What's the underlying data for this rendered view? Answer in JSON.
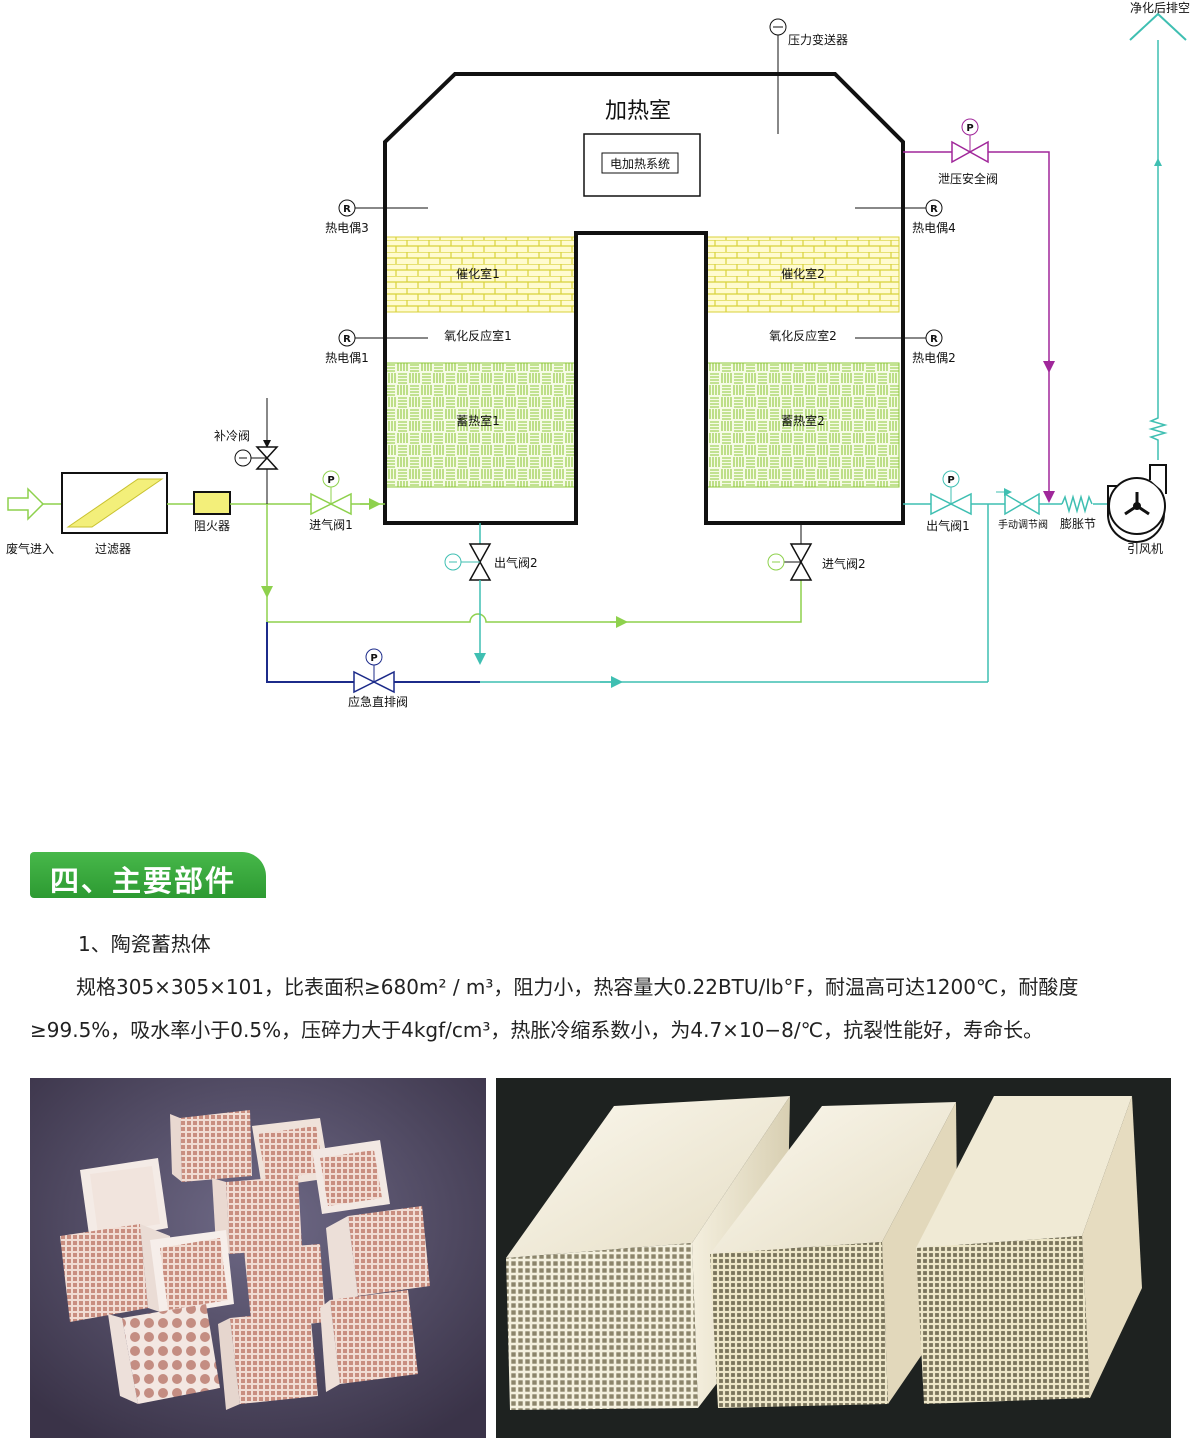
{
  "diagram": {
    "title_heating_room": "加热室",
    "electric_heating_system": "电加热系统",
    "pressure_transmitter": "压力变送器",
    "clean_exhaust": "净化后排空",
    "relief_safety_valve": "泄压安全阀",
    "thermocouple_3": "热电偶3",
    "thermocouple_4": "热电偶4",
    "thermocouple_1": "热电偶1",
    "thermocouple_2": "热电偶2",
    "catalytic_room_1": "催化室1",
    "catalytic_room_2": "催化室2",
    "oxidation_room_1": "氧化反应室1",
    "oxidation_room_2": "氧化反应室2",
    "regen_room_1": "蓄热室1",
    "regen_room_2": "蓄热室2",
    "cold_makeup_valve": "补冷阀",
    "waste_gas_in": "废气进入",
    "filter": "过滤器",
    "flame_arrester": "阻火器",
    "inlet_valve_1": "进气阀1",
    "outlet_valve_2": "出气阀2",
    "inlet_valve_2": "进气阀2",
    "outlet_valve_1": "出气阀1",
    "manual_valve": "手动调节阀",
    "expansion_joint": "膨胀节",
    "induced_fan": "引风机",
    "emergency_valve": "应急直排阀",
    "symbol_p": "P",
    "symbol_r": "R"
  },
  "colors": {
    "green_line": "#8ed14d",
    "cyan_line": "#3fbfb2",
    "purple_line": "#a0279a",
    "navy_line": "#1c2b8a",
    "section_green": "#2d9a32"
  },
  "section": {
    "title": "四、主要部件",
    "item_title": "1、陶瓷蓄热体",
    "paragraph": "规格305×305×101，比表面积≥680m² / m³，阻力小，热容量大0.22BTU/lb°F，耐温高可达1200℃，耐酸度≥99.5%，吸水率小于0.5%，压碎力大于4kgf/cm³，热胀冷缩系数小，为4.7×10−8/℃，抗裂性能好，寿命长。"
  },
  "photos": {
    "left_icon": "ceramic-honeycomb-blocks-photo",
    "right_icon": "ceramic-regenerator-bricks-photo"
  }
}
